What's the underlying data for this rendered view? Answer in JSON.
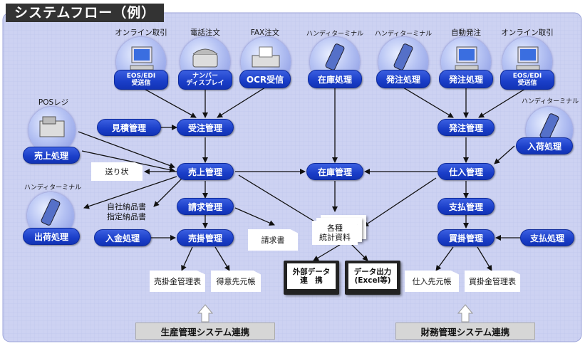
{
  "title": "システムフロー（例）",
  "sources": {
    "online_order_left": "オンライン取引",
    "phone_order": "電話注文",
    "fax_order": "FAX注文",
    "handy_terminal_stock": "ハンディターミナル",
    "handy_terminal_order": "ハンディターミナル",
    "auto_order": "自動発注",
    "online_order_right": "オンライン取引",
    "pos_register": "POSレジ",
    "handy_terminal_shipping": "ハンディターミナル",
    "handy_terminal_receiving": "ハンディターミナル"
  },
  "processes": {
    "eos_edi_left_line1": "EOS/EDI",
    "eos_edi_left_line2": "受送信",
    "number_display_line1": "ナンバー",
    "number_display_line2": "ディスプレイ",
    "ocr_receive": "OCR受信",
    "inventory_process": "在庫処理",
    "order_process_handy": "発注処理",
    "order_process_auto": "発注処理",
    "eos_edi_right_line1": "EOS/EDI",
    "eos_edi_right_line2": "受送信",
    "estimate_mgmt": "見積管理",
    "order_receive_mgmt": "受注管理",
    "purchase_order_mgmt": "発注管理",
    "sales_process": "売上処理",
    "receiving_process": "入荷処理",
    "sales_mgmt": "売上管理",
    "inventory_mgmt": "在庫管理",
    "purchase_mgmt": "仕入管理",
    "shipping_process": "出荷処理",
    "billing_mgmt": "請求管理",
    "payment_mgmt": "支払管理",
    "deposit_process": "入金処理",
    "receivable_mgmt": "売掛管理",
    "payable_mgmt": "買掛管理",
    "payment_process": "支払処理"
  },
  "documents": {
    "delivery_slip": "送り状",
    "own_delivery_note": "自社納品書",
    "designated_delivery_note": "指定納品書",
    "invoice": "請求書",
    "statistics_line1": "各種",
    "statistics_line2": "統計資料",
    "receivable_table": "売掛金管理表",
    "customer_ledger": "得意先元帳",
    "supplier_ledger": "仕入先元帳",
    "payable_table": "買掛金管理表"
  },
  "outputs": {
    "external_data_line1": "外部データ",
    "external_data_line2": "連　携",
    "data_output_line1": "データ出力",
    "data_output_line2": "(Excel等)"
  },
  "systems": {
    "production": "生産管理システム連携",
    "finance": "財務管理システム連携"
  },
  "colors": {
    "pill_blue": "#1a3ec8",
    "panel_lavender": "#cfd4f3",
    "title_dark": "#333333",
    "system_gray": "#d6d6d6"
  }
}
